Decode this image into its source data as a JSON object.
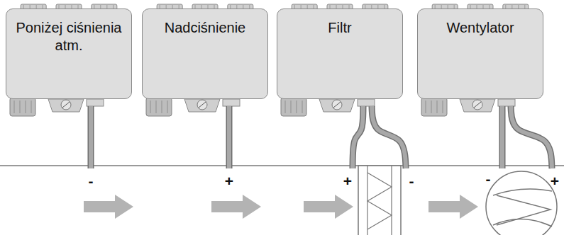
{
  "diagram": {
    "nodes": [
      {
        "text": [
          "Poniżej ciśnienia atm."
        ]
      },
      {
        "text": [
          "Nadciśnienie"
        ]
      },
      {
        "text": [
          "Filtr"
        ]
      },
      {
        "text": [
          "Wentylator"
        ]
      }
    ],
    "labels": [
      "-",
      "+",
      "+",
      "-",
      "-",
      "+"
    ]
  }
}
